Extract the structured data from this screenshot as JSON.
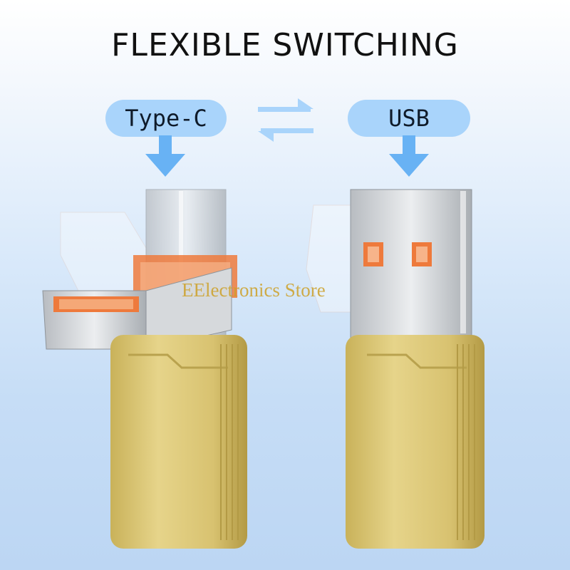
{
  "title": "FLEXIBLE SWITCHING",
  "labels": {
    "left": "Type-C",
    "right": "USB"
  },
  "watermark": "EElectronics Store",
  "colors": {
    "pill": "#a9d4fb",
    "arrow": "#68b2f4",
    "gold": "#d9c572",
    "metal": "#c9cdd1",
    "orange": "#ee7a3c",
    "watermark": "#cda028"
  },
  "icons": [
    "down-arrow-icon",
    "switch-arrows-icon"
  ]
}
